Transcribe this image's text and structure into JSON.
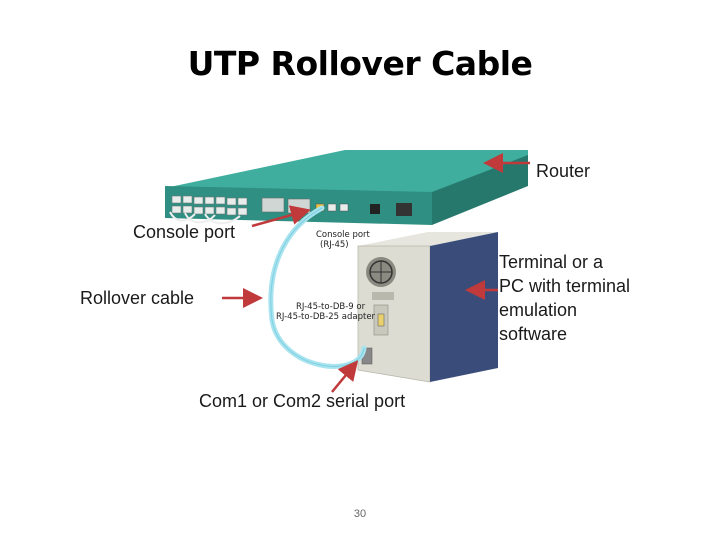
{
  "title": "UTP Rollover Cable",
  "labels": {
    "router": "Router",
    "console_port": "Console port",
    "rollover_cable": "Rollover cable",
    "terminal_line1": "Terminal or a",
    "terminal_line2": "PC with terminal",
    "terminal_line3": "emulation",
    "terminal_line4": "software",
    "com_port": "Com1 or Com2 serial port"
  },
  "small_labels": {
    "console_port_line1": "Console port",
    "console_port_line2": "(RJ-45)",
    "adapter_line1": "RJ-45-to-DB-9 or",
    "adapter_line2": "RJ-45-to-DB-25 adapter"
  },
  "page_number": "30",
  "colors": {
    "router_top": "#3fae9e",
    "router_front": "#2f8f82",
    "cable": "#a8e4f0",
    "arrow": "#c0393b",
    "pc_side": "#3a4d7a",
    "pc_front": "#dcdcd2"
  }
}
